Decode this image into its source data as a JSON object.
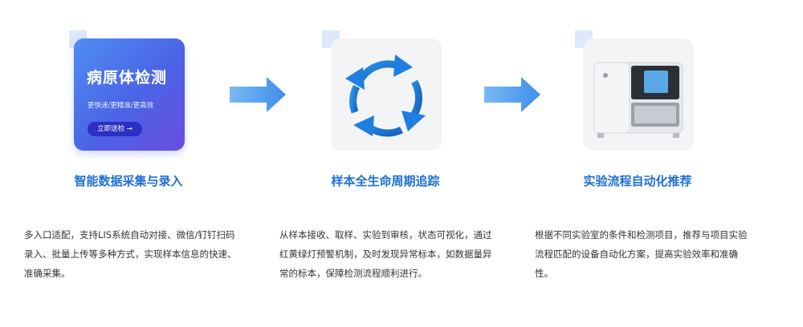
{
  "card1": {
    "title": "病原体检测",
    "subtitle": "更快速/更精准/更高效",
    "button": "立即送检 →"
  },
  "columns": [
    {
      "title": "智能数据采集与录入",
      "desc": "多入口适配，支持LIS系统自动对接、微信/钉钉扫码录入、批量上传等多种方式，实现样本信息的快速、准确采集。"
    },
    {
      "title": "样本全生命周期追踪",
      "desc": "从样本接收、取样、实验到审核，状态可视化，通过红黄绿灯预警机制，及时发现异常标本，如数据量异常的标本，保障检测流程顺利进行。"
    },
    {
      "title": "实验流程自动化推荐",
      "desc": "根据不同实验室的条件和检测项目，推荐与项目实验流程匹配的设备自动化方案，提高实验效率和准确性。"
    }
  ],
  "colors": {
    "accent": "#1f6fd6",
    "arrow": "#4a9df0",
    "card_gradient_start": "#4f8ef2",
    "card_gradient_end": "#6a4de0"
  },
  "icons": [
    "arrow-right-icon",
    "cycle-arrows-icon",
    "lab-instrument-icon"
  ]
}
